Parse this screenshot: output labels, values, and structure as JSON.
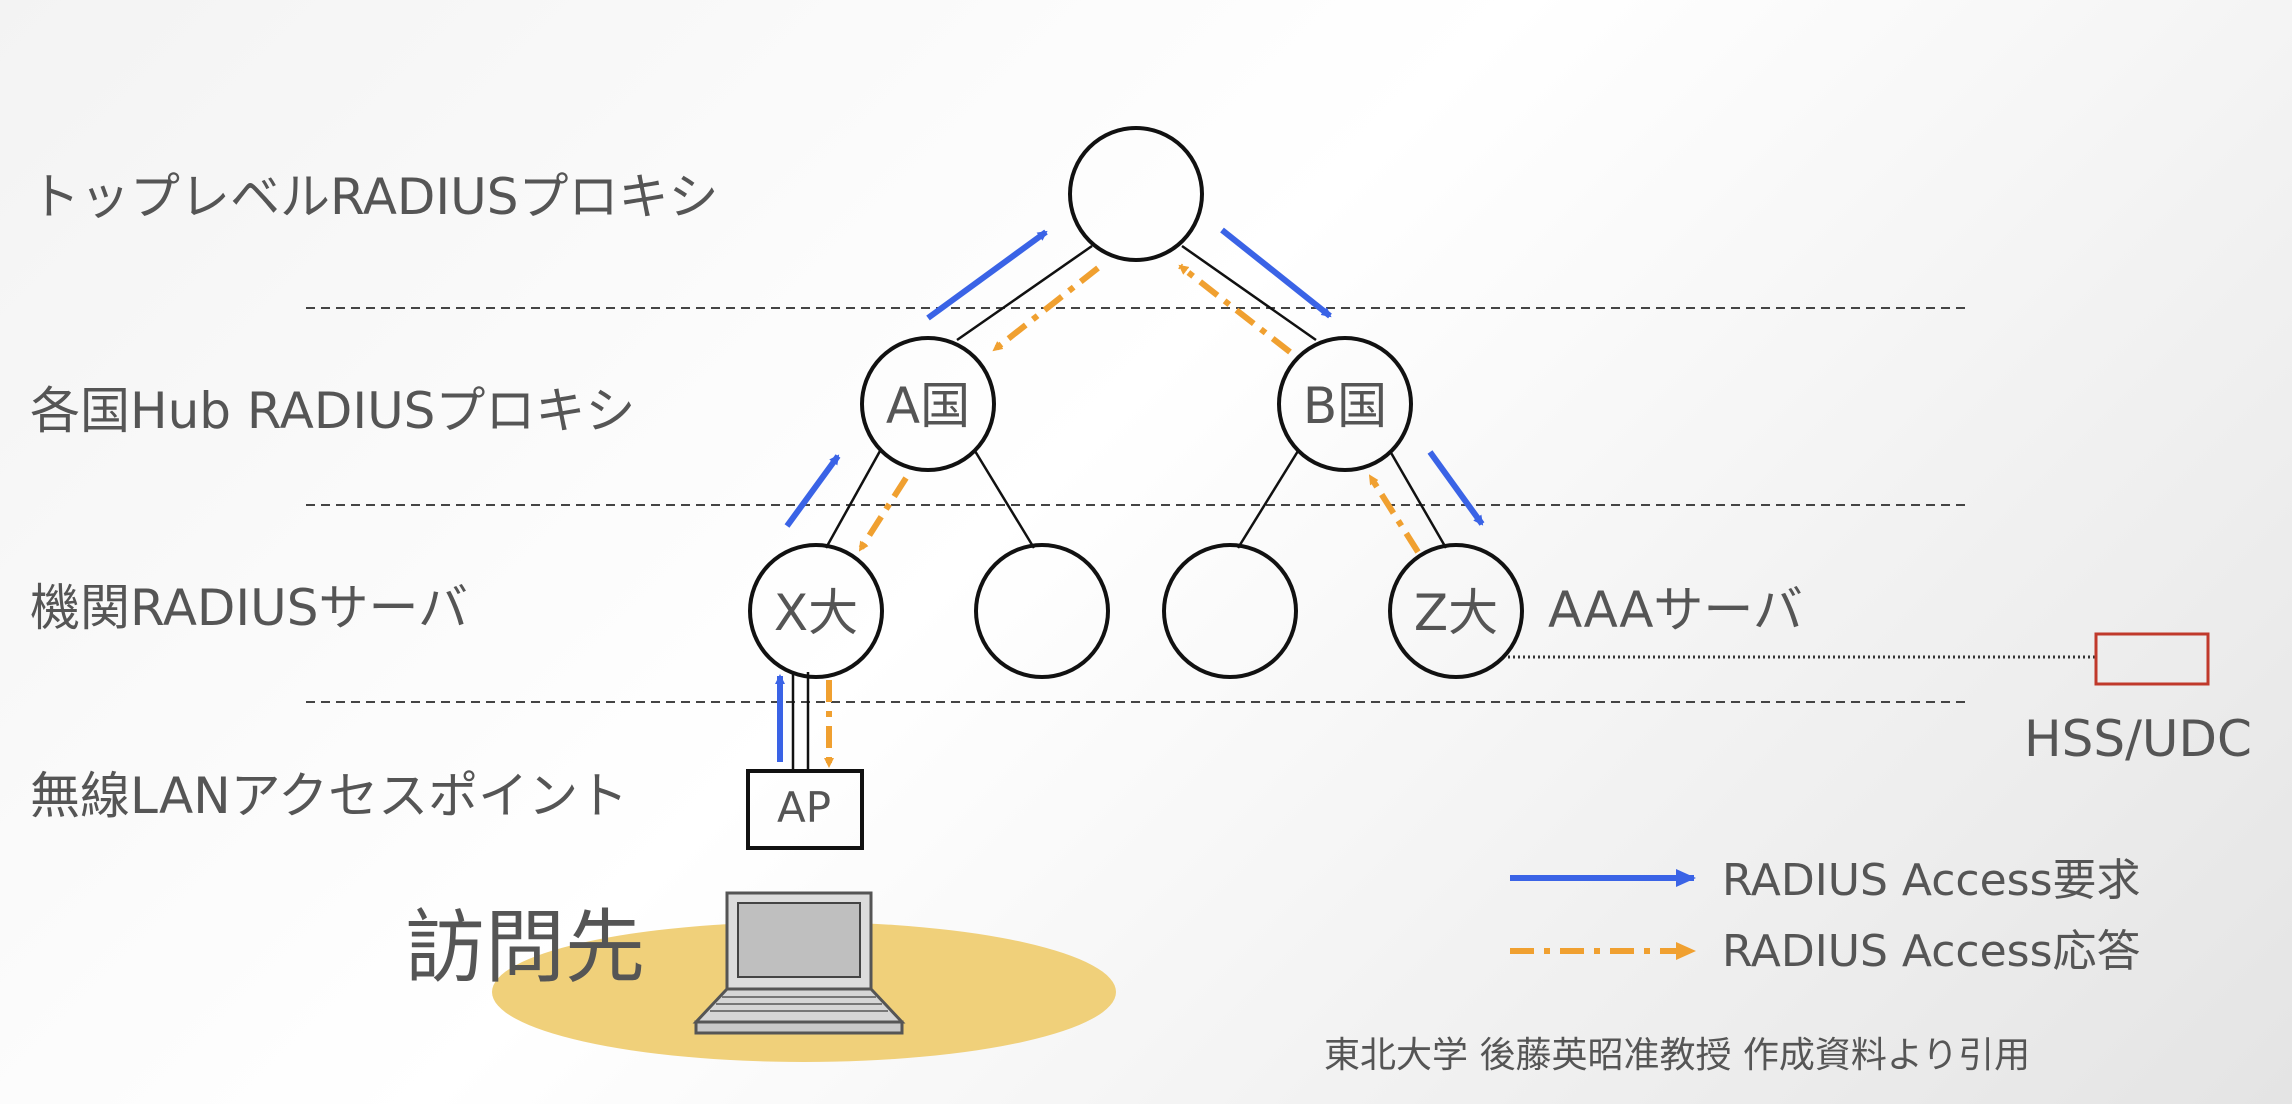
{
  "layers": {
    "top": "トップレベルRADIUSプロキシ",
    "hub": "各国Hub RADIUSプロキシ",
    "institution": "機関RADIUSサーバ",
    "ap": "無線LANアクセスポイント"
  },
  "nodes": {
    "country_a": "A国",
    "country_b": "B国",
    "univ_x": "X大",
    "univ_z": "Z大",
    "access_point": "AP"
  },
  "aaa_label": "AAAサーバ",
  "hss_label": "HSS/UDC",
  "visit_label": "訪問先",
  "legend": {
    "request": "RADIUS Access要求",
    "response": "RADIUS Access応答"
  },
  "credit": "東北大学 後藤英昭准教授 作成資料より引用",
  "colors": {
    "request": "#3a63e6",
    "response": "#f0a030",
    "hss_box": "#c0392b",
    "visit_area": "#f0d07a"
  }
}
